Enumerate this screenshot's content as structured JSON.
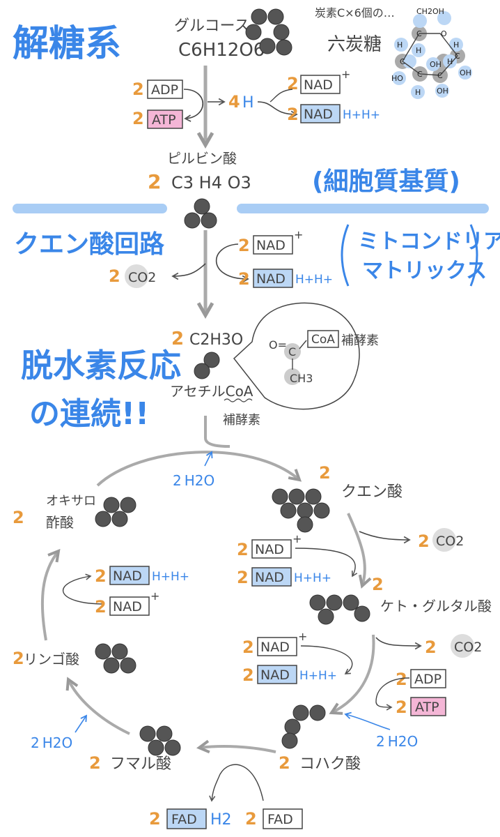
{
  "titles": {
    "glycolysis": "解糖系",
    "citric_cycle": "クエン酸回路",
    "dehydrogenation_1": "脱水素反応",
    "dehydrogenation_2": "の連続!!",
    "cytoplasm": "(細胞質基質)",
    "mito_1": "ミトコンドリア",
    "mito_2": "マトリックス"
  },
  "glycolysis": {
    "glucose_name": "グルコース",
    "glucose_formula": "C6H12O6",
    "carbon_note": "炭素C×6個の…",
    "hexose": "六炭糖",
    "adp_count": "2",
    "adp": "ADP",
    "atp_count": "2",
    "atp": "ATP",
    "h_count": "4",
    "h": "H",
    "nad_count": "2",
    "nad": "NAD",
    "nad_plus": "+",
    "nadh_count": "2",
    "nadh": "NAD",
    "nadh_suffix": "H+H+",
    "pyruvate_name": "ピルビン酸",
    "pyruvate_count": "2",
    "pyruvate_formula": "C3 H4 O3"
  },
  "glucose_structure": {
    "labels": [
      "CH2OH",
      "C",
      "O",
      "H",
      "C",
      "H",
      "C",
      "H",
      "OH",
      "H",
      "HO",
      "C",
      "C",
      "OH",
      "H",
      "OH"
    ]
  },
  "citric_entry": {
    "nad_count": "2",
    "nad": "NAD",
    "nad_plus": "+",
    "co2_count": "2",
    "co2": "CO2",
    "nadh_count": "2",
    "nadh": "NAD",
    "nadh_suffix": "H+H+",
    "acetyl_count": "2",
    "acetyl_formula": "C2H3O",
    "acetylcoa": "アセチルCoA",
    "coenzyme_below": "補酵素",
    "bubble_o": "O=",
    "bubble_c": "C",
    "bubble_ch3": "CH3",
    "bubble_coa": "CoA",
    "bubble_coenzyme": "補酵素"
  },
  "cycle": {
    "water_top_count": "2",
    "water_top": "H2O",
    "citrate_count": "2",
    "citrate": "クエン酸",
    "co2_1_count": "2",
    "co2_1": "CO2",
    "nad1_count": "2",
    "nad1": "NAD",
    "nad1_plus": "+",
    "nadh1_count": "2",
    "nadh1": "NAD",
    "nadh1_suffix": "H+H+",
    "akg_count": "2",
    "akg": "ケト・グルタル酸",
    "co2_2_count": "2",
    "co2_2": "CO2",
    "nad2_count": "2",
    "nad2": "NAD",
    "nad2_plus": "+",
    "nadh2_count": "2",
    "nadh2": "NAD",
    "nadh2_suffix": "H+H+",
    "adp_count": "2",
    "adp": "ADP",
    "atp_count": "2",
    "atp": "ATP",
    "water_right_count": "2",
    "water_right": "H2O",
    "succinate_count": "2",
    "succinate": "コハク酸",
    "fumarate_count": "2",
    "fumarate": "フマル酸",
    "fadh_count": "2",
    "fadh": "FAD",
    "fadh_suffix": "H2",
    "fad_count": "2",
    "fad": "FAD",
    "water_left_count": "2",
    "water_left": "H2O",
    "malate_count": "2",
    "malate": "リンゴ酸",
    "nadh3_count": "2",
    "nadh3": "NAD",
    "nadh3_suffix": "H+H+",
    "nad3_count": "2",
    "nad3": "NAD",
    "nad3_plus": "+",
    "oxalo_count": "2",
    "oxalo_1": "オキサロ",
    "oxalo_2": "酢酸"
  },
  "colors": {
    "accent_blue": "#3a86e8",
    "number_orange": "#e89a3c",
    "nadh_fill": "#bcd7f5",
    "atp_fill": "#f4b6d6",
    "divider": "#a9cdf5",
    "molecule": "#555555"
  }
}
